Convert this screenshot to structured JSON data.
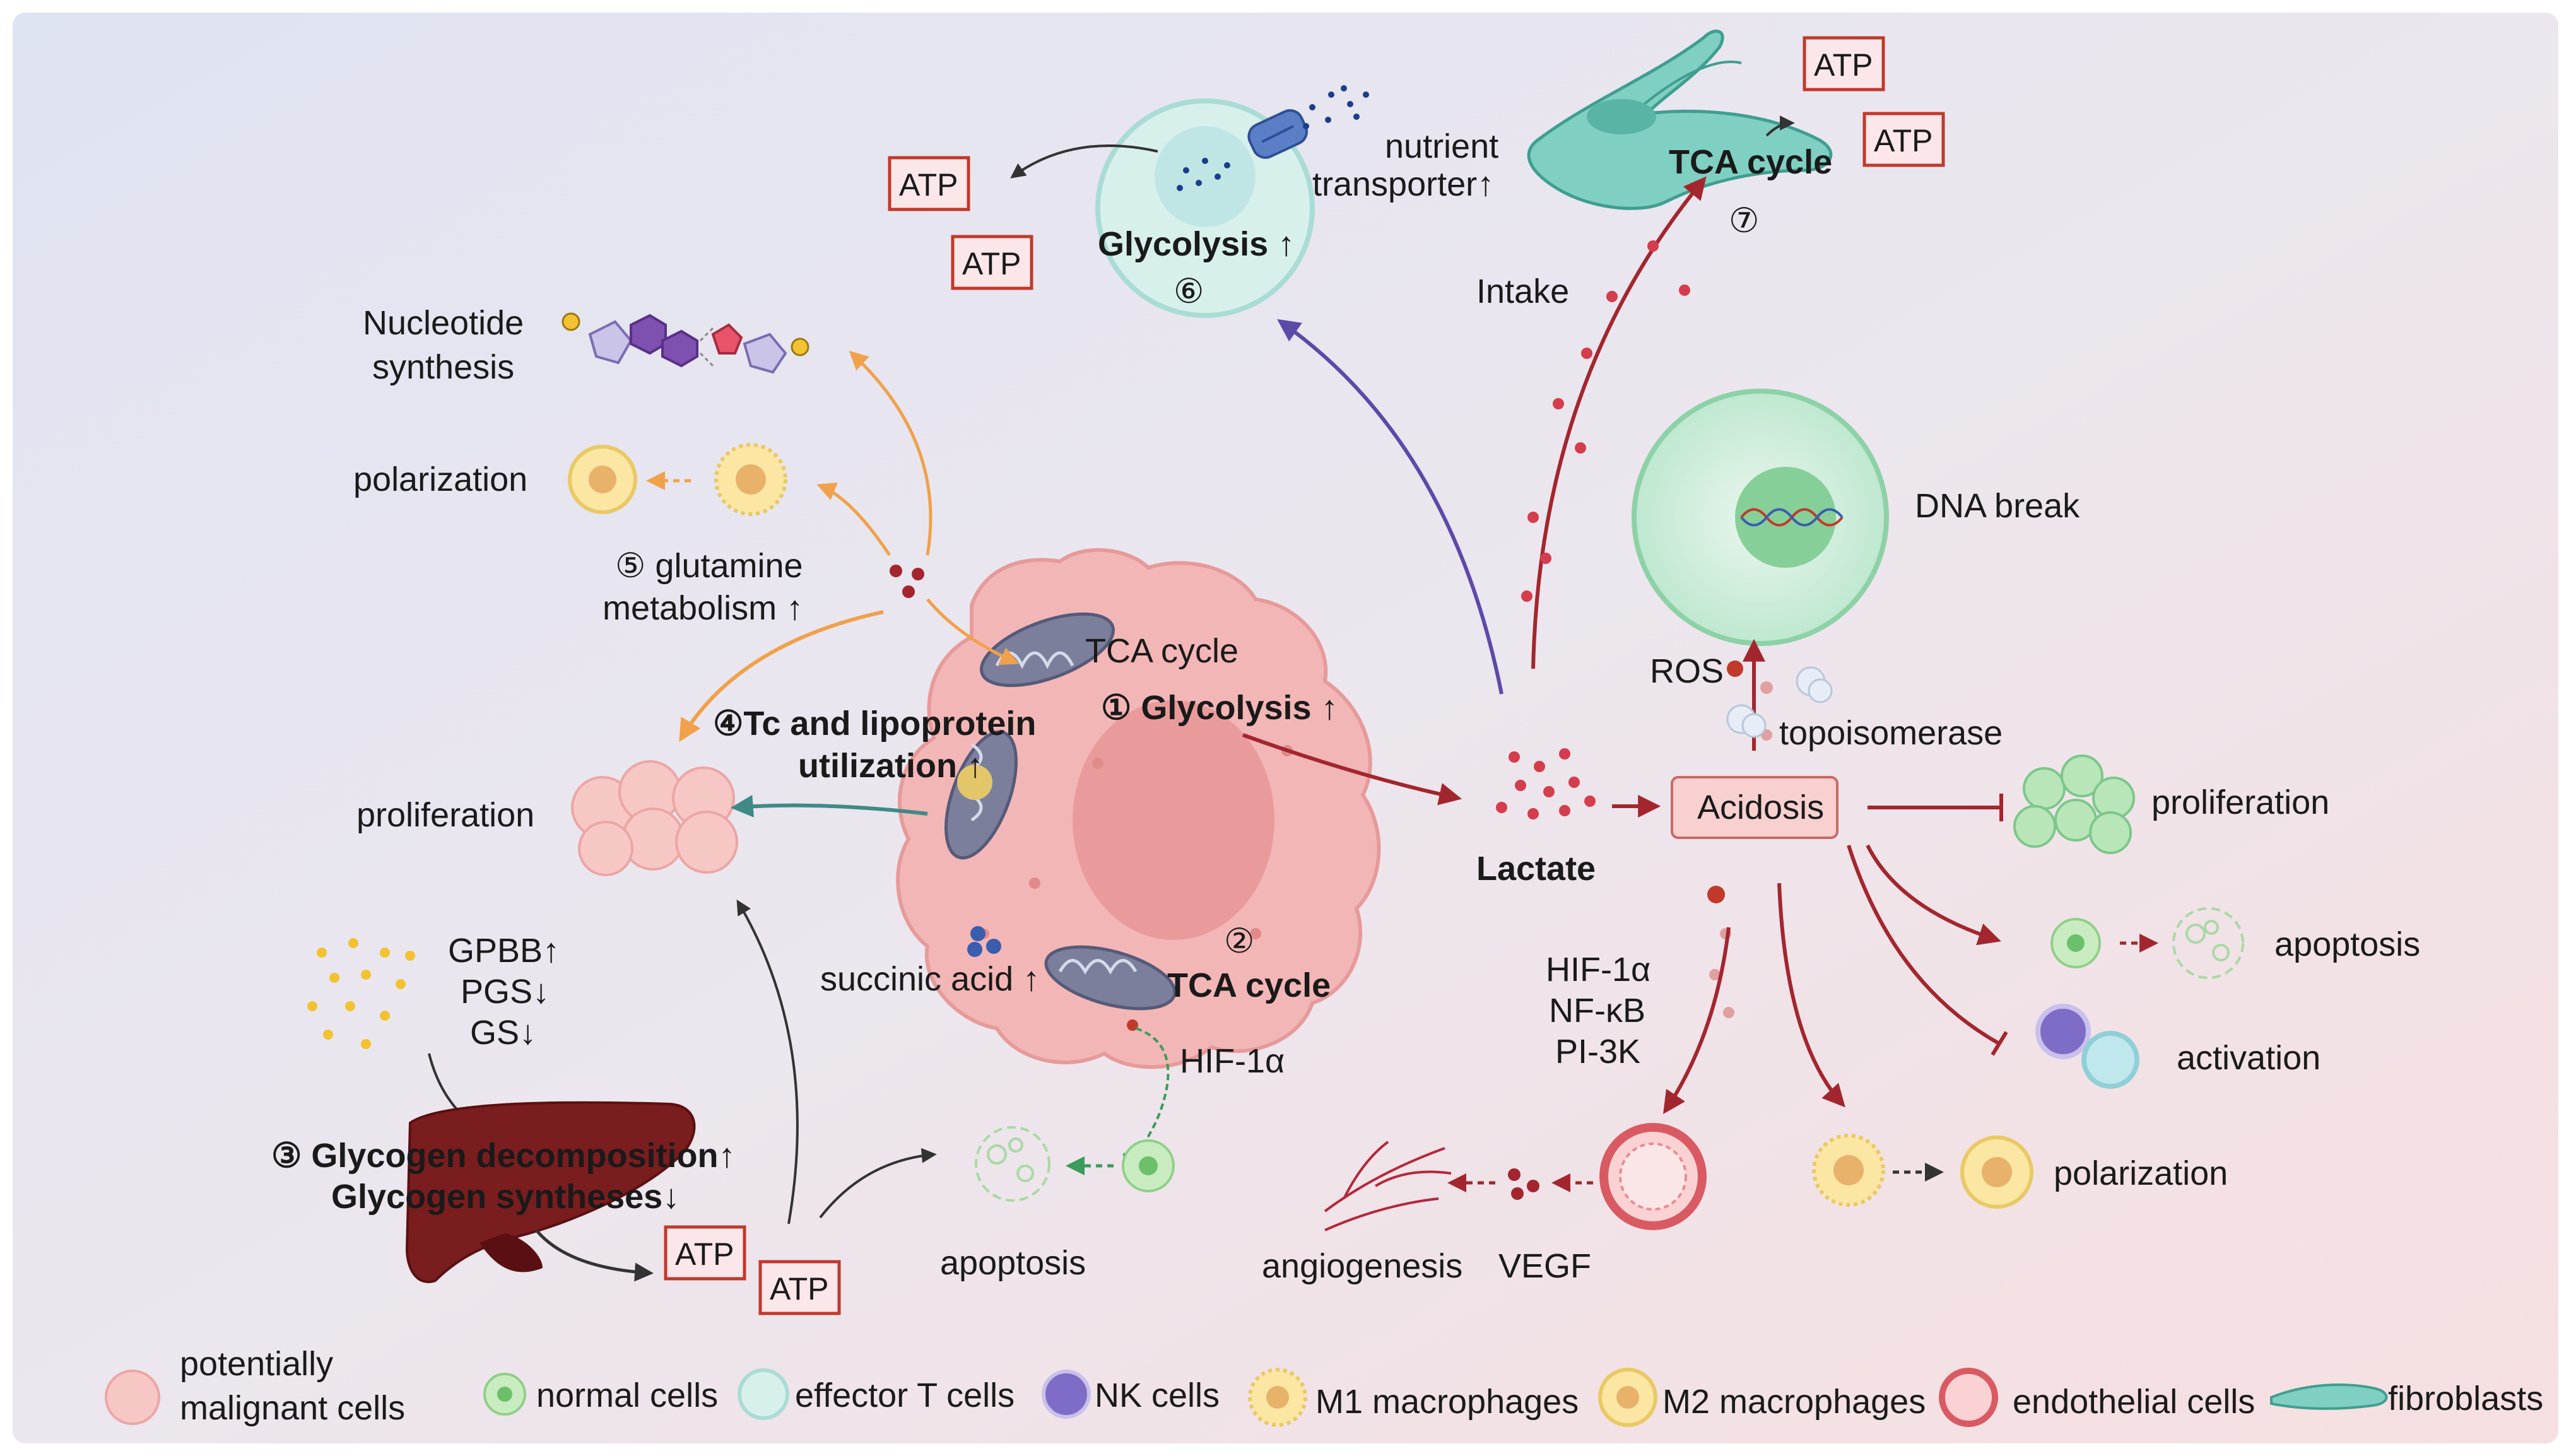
{
  "labels": {
    "atp": "ATP",
    "glycolysis_t": "Glycolysis ↑",
    "six": "⑥",
    "nutrient": "nutrient",
    "transporter": "transporter↑",
    "tca_f": "TCA cycle",
    "seven": "⑦",
    "intake": "Intake",
    "nucleotide": "Nucleotide",
    "synthesis": "synthesis",
    "polarization": "polarization",
    "glutamine_1": "⑤ glutamine",
    "glutamine_2": "metabolism ↑",
    "tc_1": "④Tc and lipoprotein",
    "tc_2": "utilization ↑",
    "proliferation": "proliferation",
    "tca_mito": "TCA cycle",
    "glycolysis_1": "① Glycolysis ↑",
    "lactate": "Lactate",
    "acidosis": "Acidosis",
    "ros": "ROS",
    "topoisomerase": "topoisomerase",
    "dna_break": "DNA break",
    "apoptosis": "apoptosis",
    "activation": "activation",
    "succinic": "succinic acid ↑",
    "tca_2_num": "②",
    "tca_2": "TCA cycle",
    "hif": "HIF-1α",
    "gpbb": "GPBB↑",
    "pgs": "PGS↓",
    "gs": "GS↓",
    "glycogen_1": "③ Glycogen decomposition↑",
    "glycogen_2": "Glycogen syntheses↓",
    "hif_1a": "HIF-1α",
    "nfkb": "NF-κB",
    "pi3k": "PI-3K",
    "angiogenesis": "angiogenesis",
    "vegf": "VEGF"
  },
  "legend": [
    {
      "label": "potentially",
      "label2": "malignant cells",
      "icon": "malignant-cell-icon"
    },
    {
      "label": "normal cells",
      "icon": "normal-cell-icon"
    },
    {
      "label": "effector T cells",
      "icon": "t-cell-icon"
    },
    {
      "label": "NK cells",
      "icon": "nk-cell-icon"
    },
    {
      "label": "M1 macrophages",
      "icon": "m1-macrophage-icon"
    },
    {
      "label": "M2 macrophages",
      "icon": "m2-macrophage-icon"
    },
    {
      "label": "endothelial cells",
      "icon": "endothelial-cell-icon"
    },
    {
      "label": "fibroblasts",
      "icon": "fibroblast-icon"
    }
  ],
  "colors": {
    "dark_red": "#a3262e",
    "orange": "#f0a14a",
    "purple": "#6b5ab0",
    "teal": "#3f8a86",
    "tumor": "#f3b6b6",
    "liver": "#7a1d1f"
  }
}
